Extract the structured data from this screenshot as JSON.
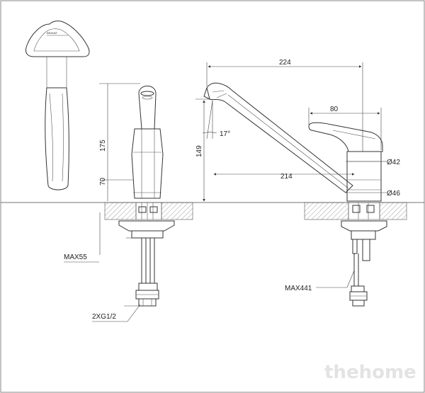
{
  "dimensions": {
    "spout_reach": "224",
    "handle_length": "80",
    "spout_angle": "17°",
    "height_spout_outlet": "149",
    "height_total": "175",
    "height_body": "70",
    "body_diameter_top": "Ø42",
    "spout_reach_inner": "214",
    "body_diameter_base": "Ø46",
    "max_counter_thickness": "MAX55",
    "max_hose_length": "MAX441",
    "hose_connection": "2XG1/2"
  },
  "brand_mark": "BRAVAT",
  "watermark": "thehome"
}
